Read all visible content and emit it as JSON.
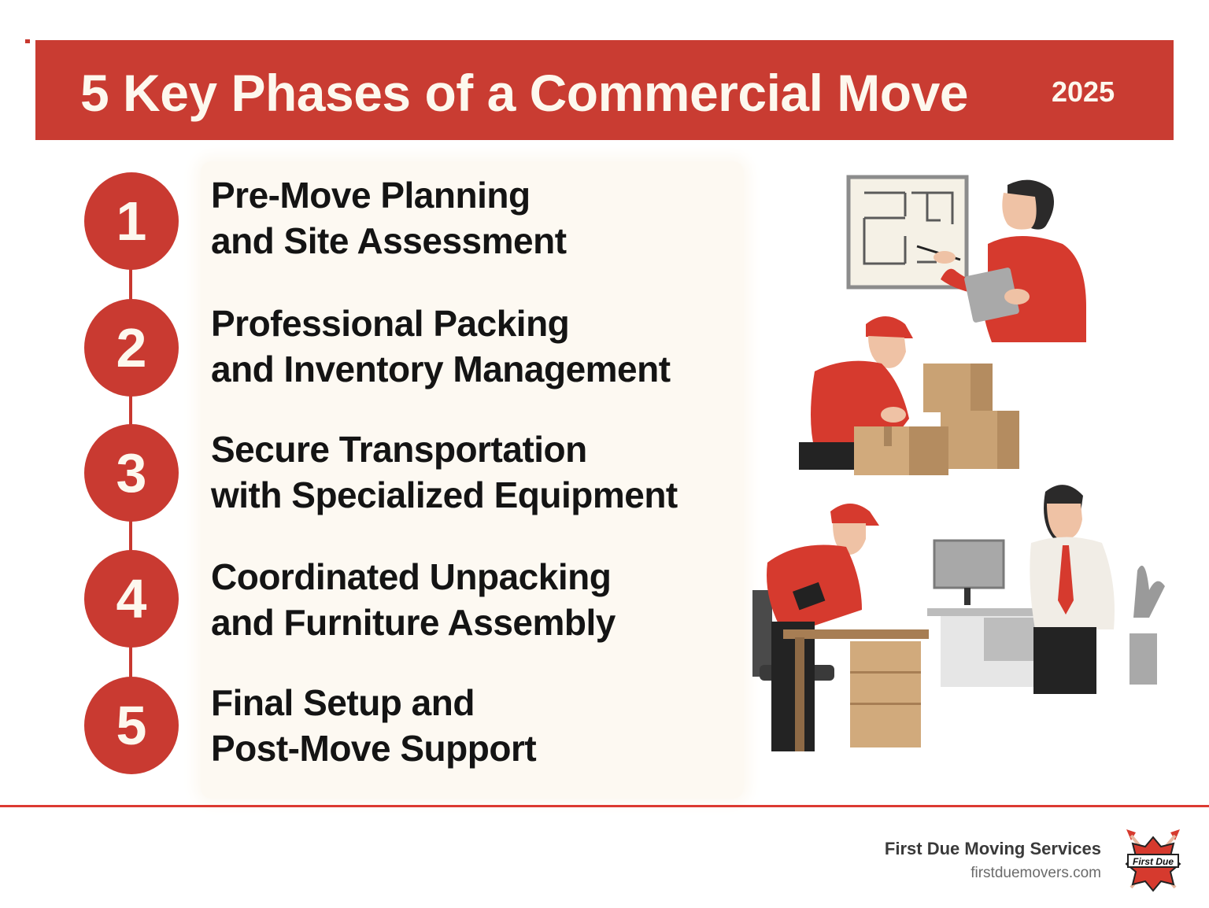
{
  "header": {
    "title": "5 Key Phases of a Commercial Move",
    "year": "2025"
  },
  "phases": [
    {
      "number": "1",
      "line1": "Pre-Move Planning",
      "line2": "and Site Assessment"
    },
    {
      "number": "2",
      "line1": "Professional Packing",
      "line2": "and Inventory Management"
    },
    {
      "number": "3",
      "line1": "Secure Transportation",
      "line2": "with Specialized Equipment"
    },
    {
      "number": "4",
      "line1": "Coordinated Unpacking",
      "line2": "and Furniture Assembly"
    },
    {
      "number": "5",
      "line1": "Final Setup and",
      "line2": "Post-Move Support"
    }
  ],
  "illustrations": [
    {
      "name": "planner-with-floor-plan",
      "description": "Man in red shirt pointing at floor plan, holding clipboard"
    },
    {
      "name": "packer-with-boxes",
      "description": "Mover in red cap labeling cardboard boxes"
    },
    {
      "name": "office-setup",
      "description": "Mover assembling desk with drill; manager in tie beside computer desk"
    }
  ],
  "footer": {
    "company": "First Due Moving Services",
    "url": "firstduemovers.com",
    "logo_text": "First Due"
  },
  "colors": {
    "brand_red": "#c93c32",
    "text_cream": "#fdf8ee",
    "text_dark": "#141414",
    "panel_bg": "#fdf9f2"
  }
}
